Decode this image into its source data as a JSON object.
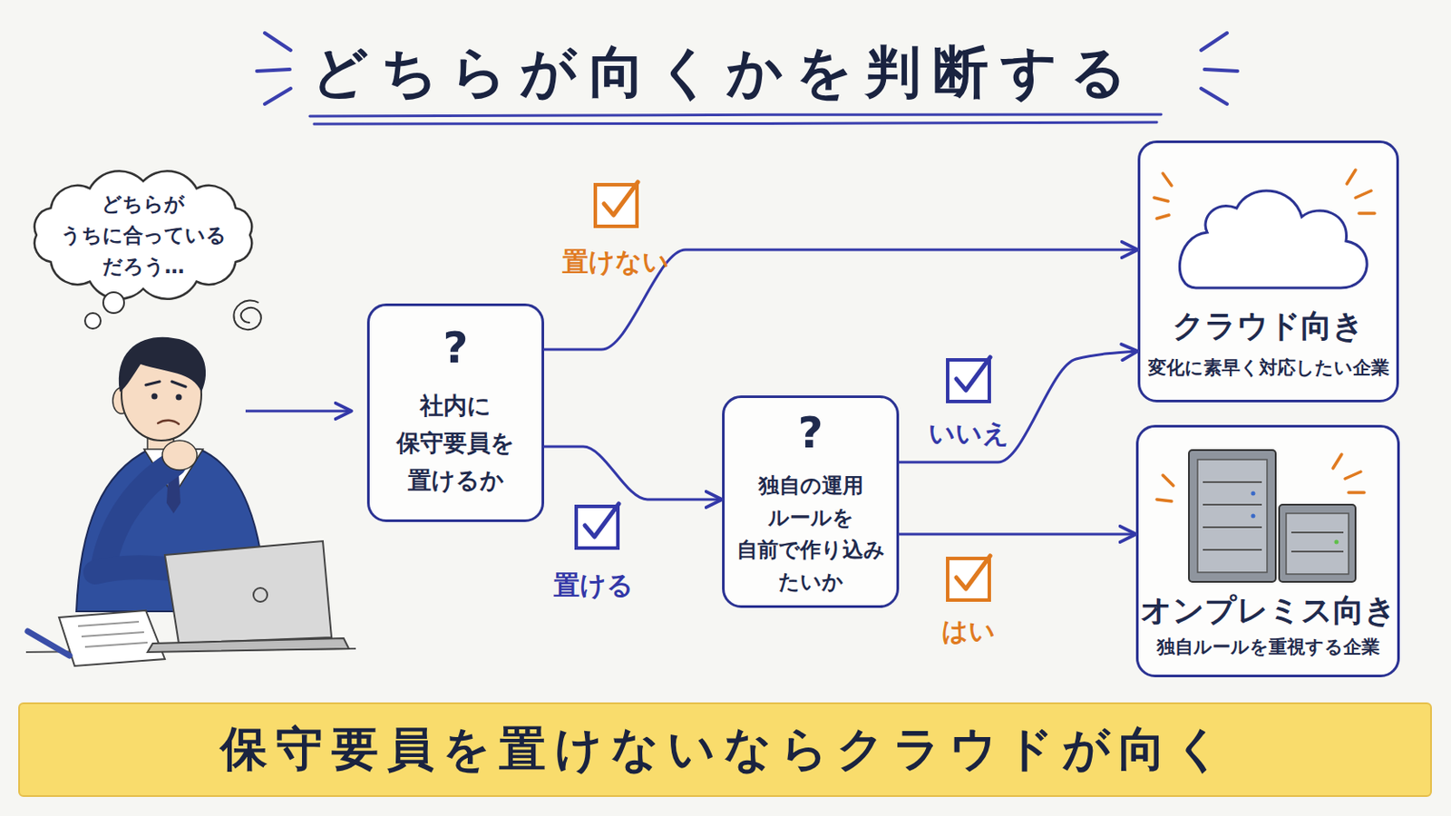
{
  "diagram": {
    "title": "どちらが向くかを判断する",
    "caption": "保守要員を置けないならクラウドが向く",
    "nodes": [
      {
        "text": [
          "どちらが うちに合っている だろう…"
        ]
      },
      {
        "text": [
          "?",
          "社内に 保守要員を 置けるか"
        ]
      },
      {
        "text": [
          "?",
          "独自の運用 ルールを 自前で作り込み たいか"
        ]
      },
      {
        "text": [
          "クラウド向き",
          "変化に素早く対応したい企業"
        ]
      },
      {
        "text": [
          "オンプレミス向き",
          "独自ルールを重視する企業"
        ]
      }
    ],
    "edges": [
      {
        "from": 1,
        "to": 3,
        "label": "置けない",
        "arrow": "to"
      },
      {
        "from": 1,
        "to": 2,
        "label": "置ける",
        "arrow": "to"
      },
      {
        "from": 2,
        "to": 3,
        "label": "いいえ",
        "arrow": "to"
      },
      {
        "from": 2,
        "to": 4,
        "label": "はい",
        "arrow": "to"
      }
    ]
  }
}
